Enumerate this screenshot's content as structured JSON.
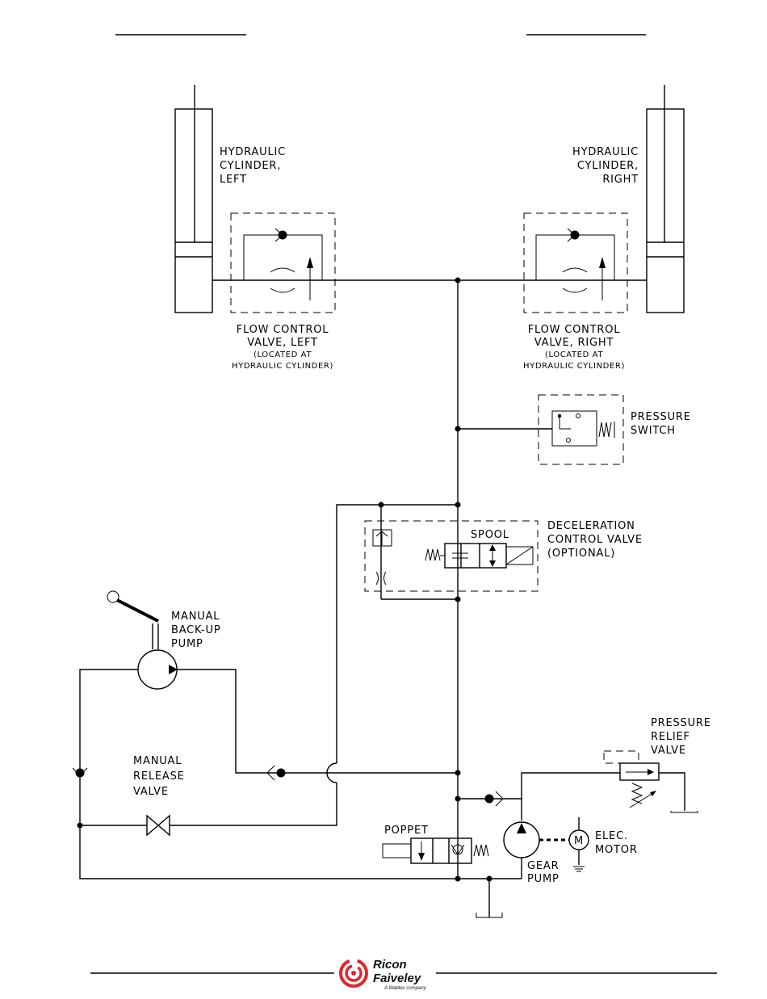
{
  "labels": {
    "cyl_left": [
      "HYDRAULIC",
      "CYLINDER,",
      "LEFT"
    ],
    "cyl_right": [
      "HYDRAULIC",
      "CYLINDER,",
      "RIGHT"
    ],
    "fcv_left": [
      "FLOW CONTROL",
      "VALVE, LEFT"
    ],
    "fcv_left_sub": [
      "(LOCATED AT",
      "HYDRAULIC CYLINDER)"
    ],
    "fcv_right": [
      "FLOW CONTROL",
      "VALVE, RIGHT"
    ],
    "fcv_right_sub": [
      "(LOCATED AT",
      "HYDRAULIC CYLINDER)"
    ],
    "pressure_switch": [
      "PRESSURE",
      "SWITCH"
    ],
    "decel_valve": [
      "DECELERATION",
      "CONTROL VALVE",
      "(OPTIONAL)"
    ],
    "spool": "SPOOL",
    "manual_pump": [
      "MANUAL",
      "BACK-UP",
      "PUMP"
    ],
    "manual_release": [
      "MANUAL",
      "RELEASE",
      "VALVE"
    ],
    "pressure_relief": [
      "PRESSURE",
      "RELIEF",
      "VALVE"
    ],
    "poppet": "POPPET",
    "elec_motor": [
      "ELEC.",
      "MOTOR"
    ],
    "motor_symbol": "M",
    "gear_pump": [
      "GEAR",
      "PUMP"
    ]
  },
  "logo": {
    "line1": "Ricon",
    "line2": "Faiveley",
    "tagline": "A Wabtec company",
    "color": "#e0262e"
  }
}
